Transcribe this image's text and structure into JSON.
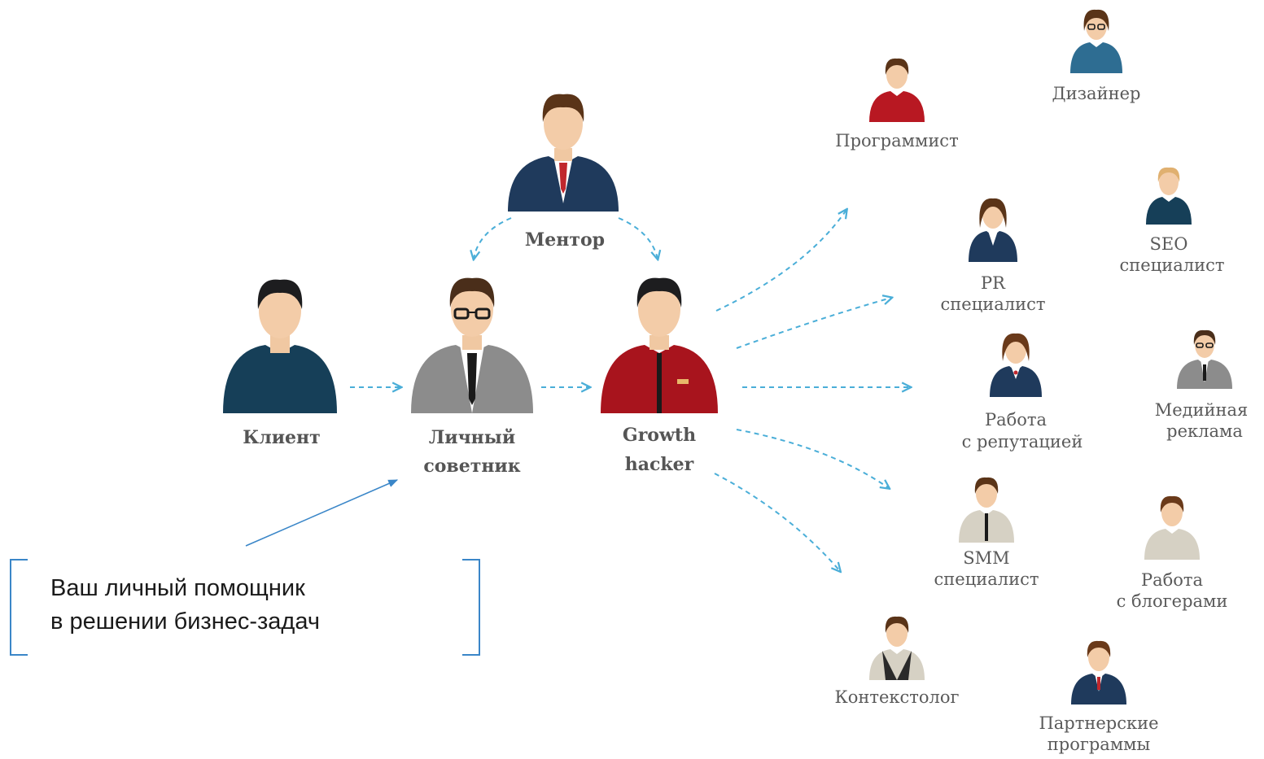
{
  "colors": {
    "arrow": "#4aaed8",
    "pointer": "#3a86c8",
    "bracket": "#3a86c8"
  },
  "nodes": {
    "client": {
      "label": "Клиент"
    },
    "advisor": {
      "label1": "Личный",
      "label2": "советник"
    },
    "mentor": {
      "label": "Ментор"
    },
    "growth": {
      "label1": "Growth",
      "label2": "hacker"
    }
  },
  "specialists": {
    "designer": {
      "label": "Дизайнер"
    },
    "programmer": {
      "label": "Программист"
    },
    "pr": {
      "label1": "PR",
      "label2": "специалист"
    },
    "seo": {
      "label1": "SEO",
      "label2": "специалист"
    },
    "reputation": {
      "label1": "Работа",
      "label2": "с репутацией"
    },
    "media": {
      "label1": "Медийная",
      "label2": "реклама"
    },
    "smm": {
      "label1": "SMM",
      "label2": "специалист"
    },
    "bloggers": {
      "label1": "Работа",
      "label2": "с блогерами"
    },
    "context": {
      "label": "Контекстолог"
    },
    "partner": {
      "label1": "Партнерские",
      "label2": "программы"
    }
  },
  "caption": {
    "line1": "Ваш личный помощник",
    "line2": "в решении бизнес-задач"
  }
}
